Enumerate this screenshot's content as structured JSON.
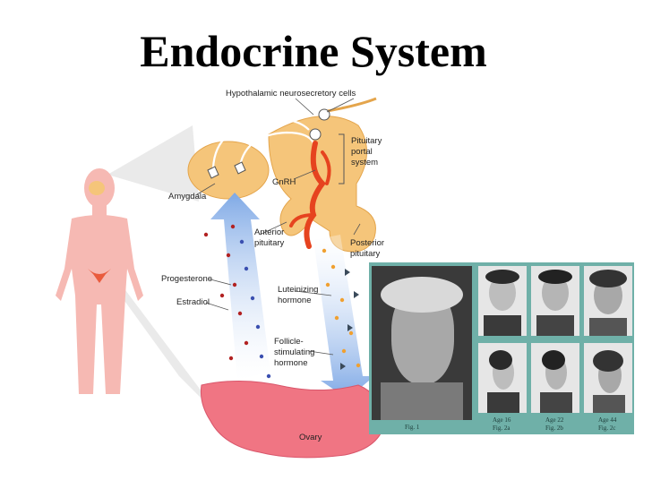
{
  "title": "Endocrine System",
  "labels": {
    "hypothalamic": "Hypothalamic neurosecretory cells",
    "portal": [
      "Pituitary",
      "portal",
      "system"
    ],
    "amygdala": "Amygdala",
    "gnrh": "GnRH",
    "anterior": [
      "Anterior",
      "pituitary"
    ],
    "posterior": [
      "Posterior",
      "pituitary"
    ],
    "progesterone": "Progesterone",
    "estradiol": "Estradiol",
    "lh": [
      "Luteinizing",
      "hormone"
    ],
    "fsh": [
      "Follicle-",
      "stimulating",
      "hormone"
    ],
    "ovary": "Ovary"
  },
  "photo_captions": {
    "fig": "Fig. 1",
    "ages": [
      "Age 16",
      "Age 22",
      "Age 44"
    ],
    "figs": [
      "Fig. 2a",
      "Fig. 2b",
      "Fig. 2c"
    ]
  },
  "colors": {
    "brain": "#f5c57a",
    "vessel": "#e6431f",
    "body": "#f6b9b3",
    "ovary": "#f07583",
    "arrow": "#9dbfe9",
    "photo_bg": "#6fb0a8"
  }
}
